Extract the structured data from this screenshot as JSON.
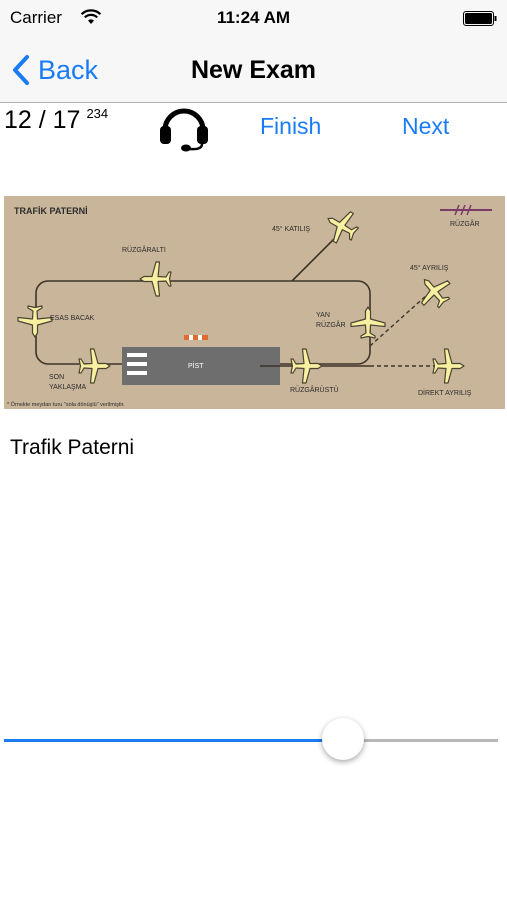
{
  "status": {
    "carrier": "Carrier",
    "time": "11:24 AM"
  },
  "nav": {
    "back_label": "Back",
    "title": "New Exam"
  },
  "question": {
    "current": "12 / 17",
    "id": "234"
  },
  "actions": {
    "finish": "Finish",
    "next": "Next"
  },
  "figure": {
    "title": "TRAFİK PATERNİ",
    "wind_label": "RÜZGÂR",
    "label_katilis": "45° KATILIŞ",
    "label_ruzgaralti": "RÜZGÂRALTI",
    "label_ayrilis": "45° AYRILIŞ",
    "label_esas_bacak": "ESAS BACAK",
    "label_yan": "YAN",
    "label_ruzgar": "RÜZGÂR",
    "label_son": "SON",
    "label_yaklasma": "YAKLAŞMA",
    "label_pist": "PİST",
    "label_ruzgarustu": "RÜZGÂRÜSTÜ",
    "label_direkt": "DİREKT AYRILIŞ",
    "footnote": "* Örnekte meydan turu \"sola dönüşlü\" verilmiştir."
  },
  "caption": "Trafik Paterni",
  "slider": {
    "value_fraction": 0.686
  },
  "colors": {
    "accent": "#1a7cf5",
    "figure_bg": "#c9b59a",
    "plane": "#f7f0a0"
  }
}
